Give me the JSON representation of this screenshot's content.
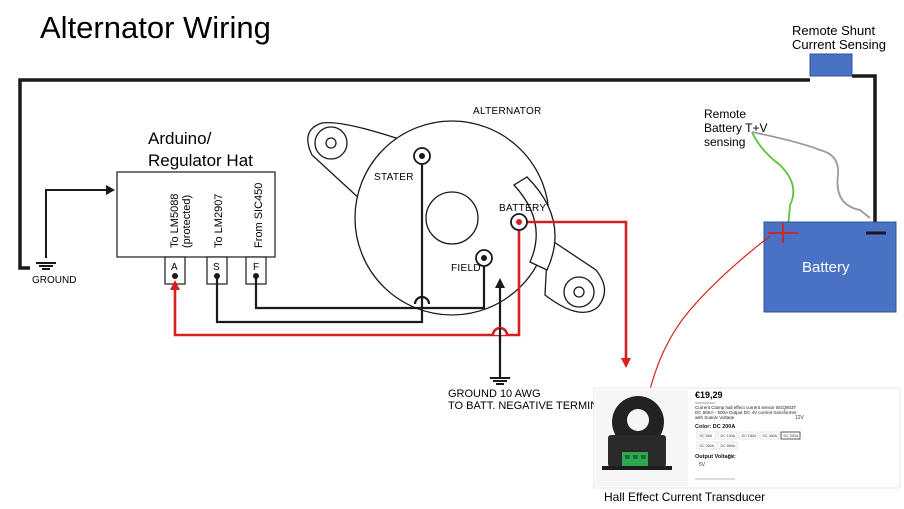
{
  "title": "Alternator Wiring",
  "labels": {
    "remote_shunt_line1": "Remote Shunt",
    "remote_shunt_line2": "Current Sensing",
    "remote_battery_line1": "Remote",
    "remote_battery_line2": "Battery T+V",
    "remote_battery_line3": "sensing",
    "arduino_line1": "Arduino/",
    "arduino_line2": "Regulator Hat",
    "alternator": "ALTERNATOR",
    "stater": "STATER",
    "battery_terminal": "BATTERY",
    "field": "FIELD",
    "ground_left": "GROUND",
    "ground_main_line1": "GROUND 10 AWG",
    "ground_main_line2": "TO BATT. NEGATIVE TERMINAL",
    "battery": "Battery",
    "hall_caption": "Hall Effect Current Transducer"
  },
  "regulator": {
    "pins": [
      {
        "letter": "A",
        "note_line1": "To LM5088",
        "note_line2": "(protected)"
      },
      {
        "letter": "S",
        "note_line1": "To LM2907",
        "note_line2": ""
      },
      {
        "letter": "F",
        "note_line1": "From SIC450",
        "note_line2": ""
      }
    ]
  },
  "product": {
    "price": "€19,29",
    "description": "Current Clamp hall effect current sensor BGQ803T DC 50KA - 500A Output DC 4V current transformer with Supply Voltage",
    "supply_value": "12V",
    "color_label": "Color: DC 200A",
    "options": [
      "DC 50A",
      "DC 100A",
      "DC 150A",
      "DC 400A",
      "DC 200A",
      "DC 300A",
      "DC 500A"
    ],
    "output_label": "Output Voltage:",
    "output_value": "5V",
    "output_value2": "5V"
  },
  "colors": {
    "wire_black": "#1a1a1a",
    "wire_red": "#d62020",
    "battery_fill": "#4a72c4",
    "battery_border": "#2f5597",
    "shunt_fill": "#4a72c4",
    "sense_green": "#5cc43a",
    "sense_gray": "#9a9a9a"
  }
}
